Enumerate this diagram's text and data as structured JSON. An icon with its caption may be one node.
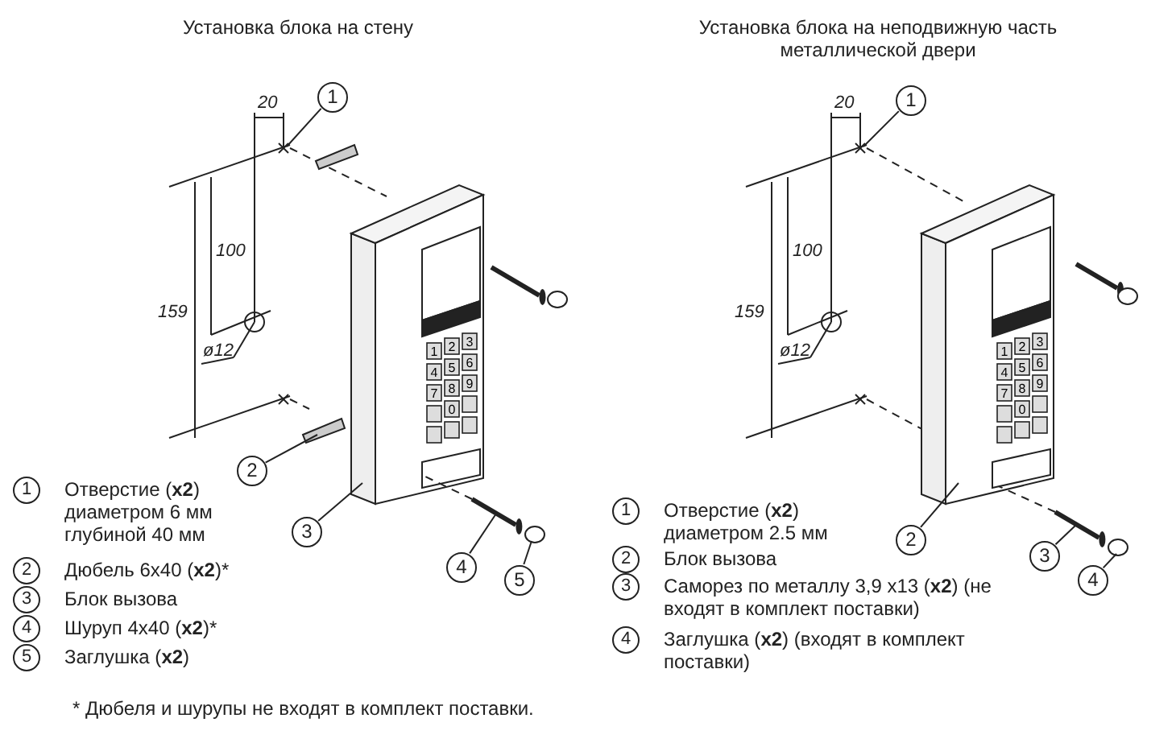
{
  "diagram": {
    "nodes": [
      {
        "text": [
          "1"
        ]
      },
      {
        "text": [
          "2"
        ]
      },
      {
        "text": [
          "3"
        ]
      },
      {
        "text": [
          "4"
        ]
      },
      {
        "text": [
          "5"
        ]
      },
      {
        "text": [
          "1"
        ]
      },
      {
        "text": [
          "2"
        ]
      },
      {
        "text": [
          "3"
        ]
      },
      {
        "text": [
          "4"
        ]
      },
      {
        "text": [
          "1"
        ],
        "beside": [
          "Отверстие (**x2**) диаметром 6 мм глубиной 40 мм"
        ]
      },
      {
        "text": [
          "2"
        ],
        "beside": [
          "Дюбель 6x40 (**x2**)*"
        ]
      },
      {
        "text": [
          "3"
        ],
        "beside": [
          "Блок вызова"
        ]
      },
      {
        "text": [
          "4"
        ],
        "beside": [
          "Шуруп  4x40 (**x2**)*"
        ]
      },
      {
        "text": [
          "5"
        ],
        "beside": [
          "Заглушка (**x2**)"
        ]
      },
      {
        "text": [
          "1"
        ],
        "beside": [
          "Отверстие (**x2**) диаметром 2.5 мм"
        ]
      },
      {
        "text": [
          "2"
        ],
        "beside": [
          "Блок вызова"
        ]
      },
      {
        "text": [
          "3"
        ],
        "beside": [
          "Саморез по металлу 3,9 x13 (**x2**) (не входят в комплект поставки)"
        ]
      },
      {
        "text": [
          "4"
        ],
        "beside": [
          "Заглушка (**x2**) (входят в комплект поставки)"
        ]
      },
      {
        "text": [],
        "shape": "picture"
      },
      {
        "text": [],
        "shape": "bar"
      },
      {
        "text": [],
        "shape": "picture"
      },
      {
        "text": [],
        "shape": "picture"
      },
      {
        "text": [],
        "shape": "circle"
      },
      {
        "text": [],
        "shape": "picture"
      },
      {
        "text": [],
        "shape": "picture"
      },
      {
        "text": [],
        "shape": "picture"
      },
      {
        "text": [],
        "shape": "circle"
      }
    ],
    "edges": [
      {
        "from": 0,
        "to": 18,
        "arrow": "none"
      },
      {
        "from": 1,
        "to": 19,
        "arrow": "none"
      },
      {
        "from": 2,
        "to": 20,
        "arrow": "none"
      },
      {
        "from": 3,
        "to": 21,
        "arrow": "none"
      },
      {
        "from": 4,
        "to": 22,
        "arrow": "none"
      },
      {
        "from": 5,
        "to": 23,
        "arrow": "none"
      },
      {
        "from": 6,
        "to": 24,
        "arrow": "none"
      },
      {
        "from": 7,
        "to": 25,
        "arrow": "none"
      },
      {
        "from": 8,
        "to": 26,
        "arrow": "none"
      },
      {
        "from": 21,
        "to": 20,
        "arrow": "none",
        "style": "dashed"
      },
      {
        "from": 25,
        "to": 24,
        "arrow": "none",
        "style": "dashed"
      }
    ],
    "labels": [
      "Установка блока на стену",
      "Установка блока на неподвижную часть металлической двери",
      "20",
      "100",
      "159",
      "ø12",
      "1",
      "2",
      "3",
      "4",
      "5",
      "6",
      "7",
      "8",
      "9",
      "0",
      "20",
      "100",
      "159",
      "ø12",
      "1",
      "2",
      "3",
      "4",
      "5",
      "6",
      "7",
      "8",
      "9",
      "0",
      "* Дюбеля и шурупы не входят в комплект поставки."
    ]
  }
}
